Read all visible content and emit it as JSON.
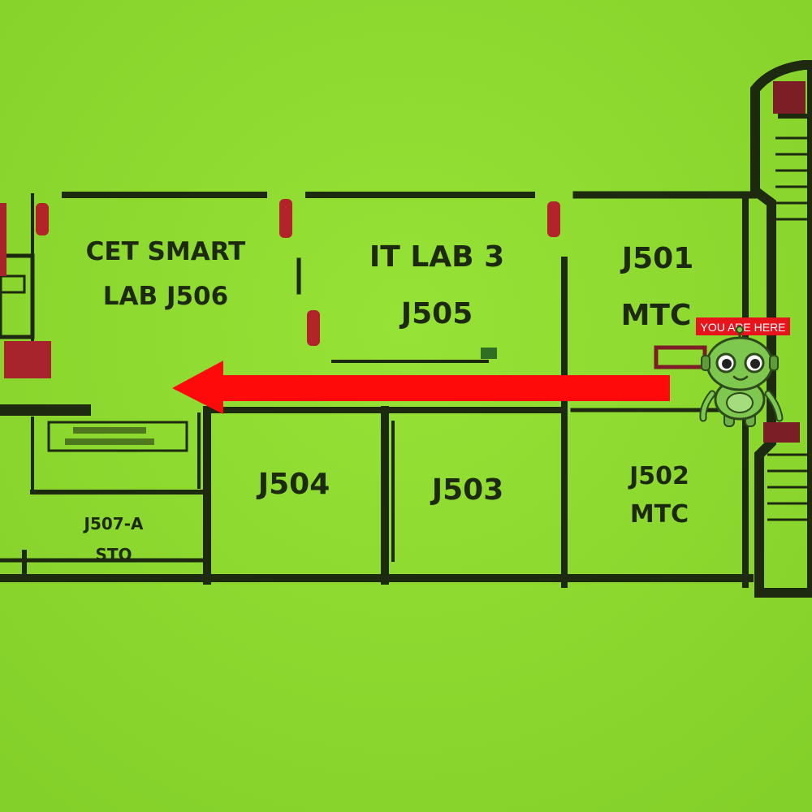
{
  "rooms": {
    "j506": {
      "line1": "CET SMART",
      "line2": "LAB J506"
    },
    "j505": {
      "line1": "IT LAB 3",
      "line2": "J505"
    },
    "j501": {
      "line1": "J501",
      "line2": "MTC"
    },
    "j504": {
      "label": "J504"
    },
    "j503": {
      "label": "J503"
    },
    "j502": {
      "line1": "J502",
      "line2": "MTC"
    },
    "j507a": {
      "line1": "J507-A",
      "line2": "STO"
    }
  },
  "you_are_here": "YOU ARE HERE",
  "marker_icon": "robot-mascot-icon",
  "direction_icon": "arrow-left-icon",
  "colors": {
    "background": "#8fdb2e",
    "wall": "#1d2a10",
    "arrow": "#ff0a0a",
    "badge": "#e8141c",
    "door": "#b3232a",
    "robot": "#7fc850"
  }
}
